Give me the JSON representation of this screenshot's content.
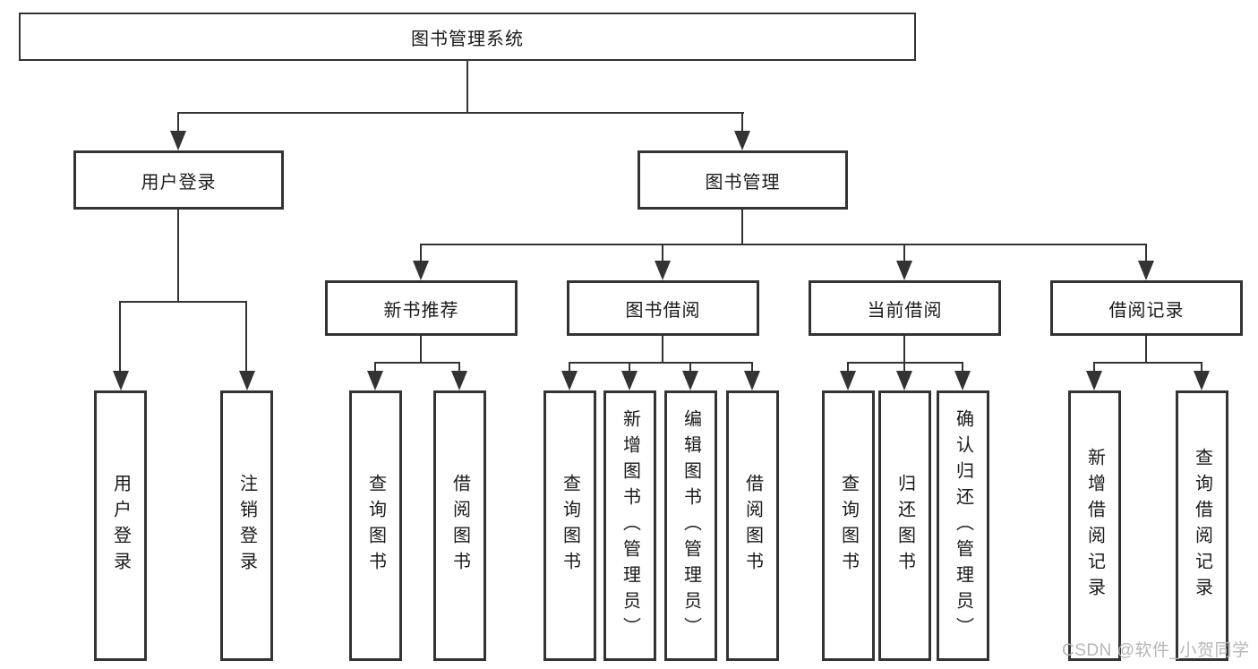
{
  "tree": {
    "root": {
      "label": "图书管理系统"
    },
    "children": [
      {
        "label": "用户登录",
        "children": [
          {
            "label": "用户登录"
          },
          {
            "label": "注销登录"
          }
        ]
      },
      {
        "label": "图书管理",
        "children": [
          {
            "label": "新书推荐",
            "children": [
              {
                "label": "查询图书"
              },
              {
                "label": "借阅图书"
              }
            ]
          },
          {
            "label": "图书借阅",
            "children": [
              {
                "label": "查询图书"
              },
              {
                "label": "新增图书（管理员）"
              },
              {
                "label": "编辑图书（管理员）"
              },
              {
                "label": "借阅图书"
              }
            ]
          },
          {
            "label": "当前借阅",
            "children": [
              {
                "label": "查询图书"
              },
              {
                "label": "归还图书"
              },
              {
                "label": "确认归还（管理员）"
              }
            ]
          },
          {
            "label": "借阅记录",
            "children": [
              {
                "label": "新增借阅记录"
              },
              {
                "label": "查询借阅记录"
              }
            ]
          }
        ]
      }
    ]
  },
  "watermark": {
    "text": "CSDN @软件_小贺同学"
  },
  "colors": {
    "line": "#333333",
    "box_border": "#333333",
    "text": "#1a1a1a",
    "background": "#ffffff",
    "watermark": "#b6b6b6"
  }
}
